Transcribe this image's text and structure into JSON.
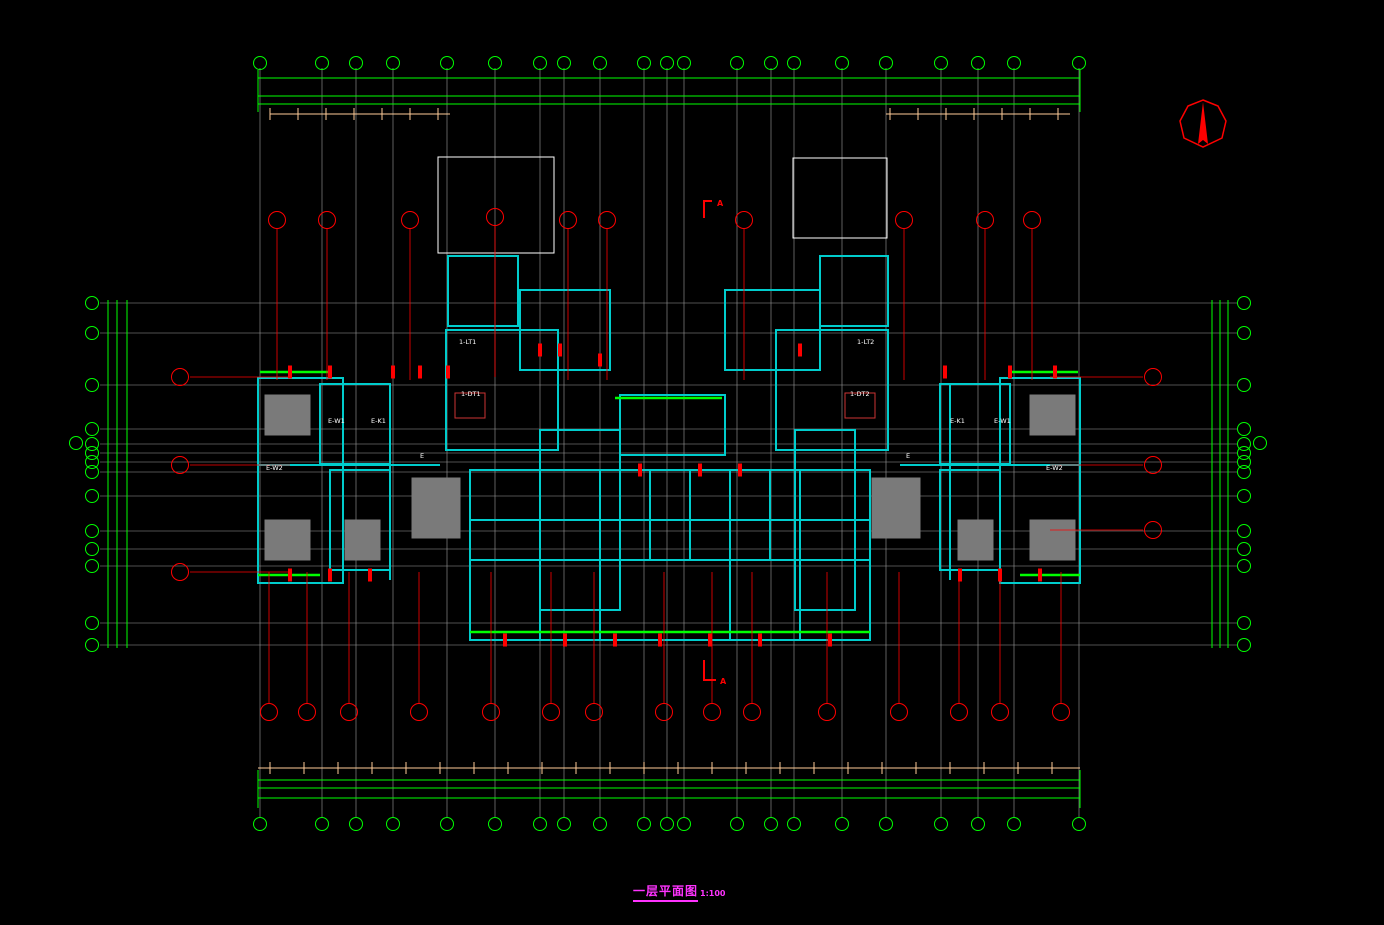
{
  "drawing": {
    "title": "一层平面图",
    "scale": "1:100",
    "section_mark": "A",
    "room_tags": [
      "1-LT1",
      "1-LT2",
      "1-DT1",
      "1-DT2",
      "E-K1",
      "E-W1",
      "E-W2",
      "E-K1",
      "E-W1",
      "E-W2",
      "E",
      "E"
    ]
  },
  "colors": {
    "background": "#000000",
    "axis_bubble": "#00ff00",
    "axis_line": "#9e9e9e",
    "wall": "#00cccc",
    "column_tag": "#ff0000",
    "dimension": "#ffcc99",
    "title": "#ff33ff",
    "window": "#00ff00",
    "fixture": "#7a7a7a"
  },
  "icons": {
    "north_arrow": "north-arrow-icon"
  }
}
